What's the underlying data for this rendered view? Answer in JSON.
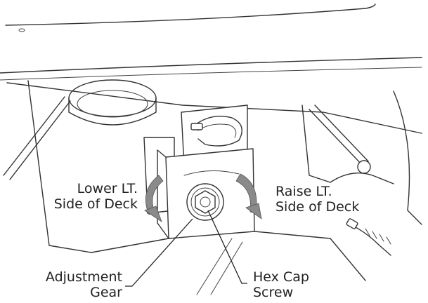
{
  "callouts": {
    "lower_line1": "Lower LT.",
    "lower_line2": "Side of Deck",
    "raise_line1": "Raise LT.",
    "raise_line2": "Side of Deck",
    "adjust_line1": "Adjustment",
    "adjust_line2": "Gear",
    "hex_line1": "Hex Cap",
    "hex_line2": "Screw"
  },
  "colors": {
    "line": "#333333",
    "arrow_fill": "#8a8a8a",
    "background": "#ffffff"
  },
  "icons": {
    "lower_direction": "curved-arrow-counterclockwise-icon",
    "raise_direction": "curved-arrow-clockwise-icon"
  }
}
